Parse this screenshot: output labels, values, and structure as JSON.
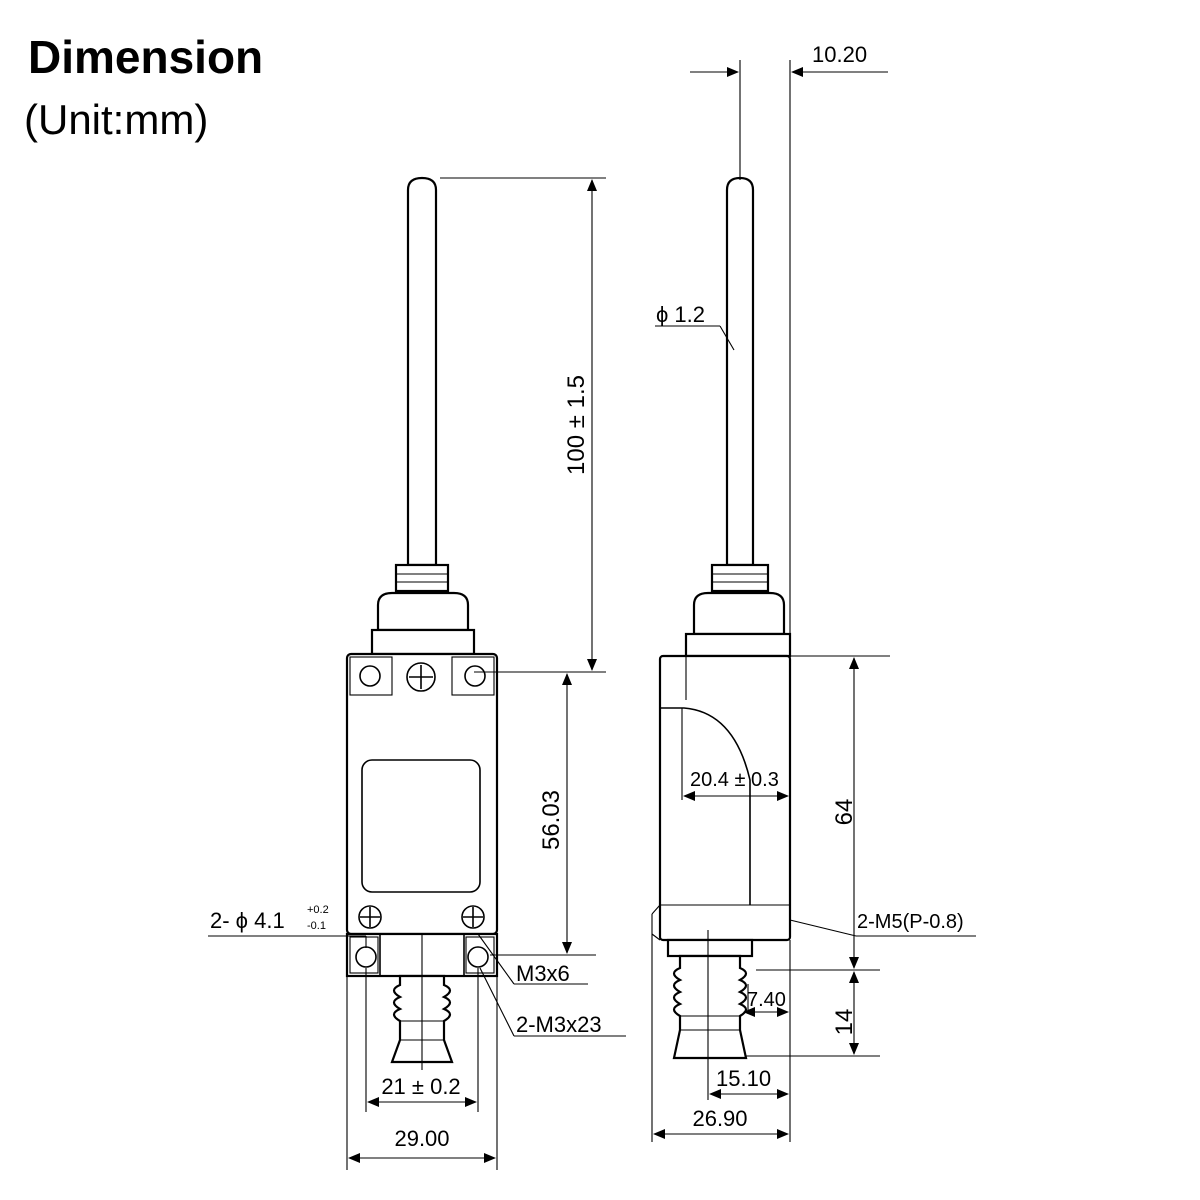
{
  "title": "Dimension",
  "unit": "(Unit:mm)",
  "dims": {
    "top_width": "10.20",
    "spring_length": "100 ± 1.5",
    "spring_dia": "ϕ 1.2",
    "mount_height": "56.03",
    "hole_spec": "2- ϕ 4.1",
    "hole_tol_plus": "+0.2",
    "hole_tol_minus": "-0.1",
    "screw_small": "M3x6",
    "screw_long": "2-M3x23",
    "hole_pitch": "21 ± 0.2",
    "front_width": "29.00",
    "side_depth": "20.4 ± 0.3",
    "body_height": "64",
    "thread": "2-M5(P-0.8)",
    "plunger_offset": "7.40",
    "plunger_height": "14",
    "plunger_pos": "15.10",
    "side_width": "26.90"
  }
}
